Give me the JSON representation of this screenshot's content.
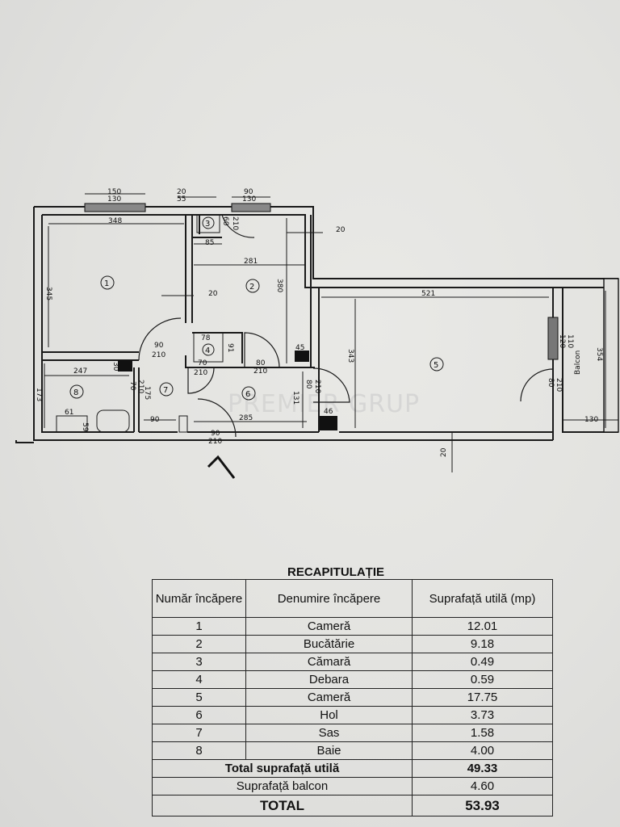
{
  "plan": {
    "dimensions": {
      "top_window_1_a": "150",
      "top_window_1_b": "130",
      "top_small_a": "20",
      "top_small_b": "55",
      "top_window_2_a": "90",
      "top_window_2_b": "130",
      "room1_width": "348",
      "room1_height": "345",
      "room3_width": "85",
      "room3_door_a": "60",
      "room3_door_b": "210",
      "room2_width": "281",
      "room2_height": "380",
      "room2_wall": "20",
      "right_wall": "20",
      "room2_left_wall": "20",
      "room5_width": "521",
      "room5_height": "343",
      "balcon_depth": "354",
      "balcon_width": "130",
      "balcon_window_a": "120",
      "balcon_window_b": "110",
      "balcon_door_a": "80",
      "balcon_door_b": "210",
      "door_1_a": "90",
      "door_1_b": "210",
      "room4_width": "78",
      "room4_height": "91",
      "door_4_a": "70",
      "door_4_b": "210",
      "door_6_a": "80",
      "door_6_b": "210",
      "shaft_2": "45",
      "room8_width": "247",
      "room8_height": "173",
      "shaft_8": "30",
      "door_7_a": "70",
      "door_7_b": "210",
      "room7_height": "175",
      "room7_width": "90",
      "basin": "61",
      "tub": "59",
      "room6_width": "285",
      "room6_height": "131",
      "door_5_a": "80",
      "door_5_b": "210",
      "shaft_6": "46",
      "entrance_a": "90",
      "entrance_b": "210",
      "bottom_wall": "20"
    },
    "room_numbers": [
      "1",
      "2",
      "3",
      "4",
      "5",
      "6",
      "7",
      "8"
    ],
    "balcon_label": "Balcon",
    "watermark": "PREMIER GRUP"
  },
  "recap": {
    "title": "RECAPITULAȚIE",
    "headers": [
      "Număr încăpere",
      "Denumire încăpere",
      "Suprafață utilă (mp)"
    ],
    "rows": [
      {
        "nr": "1",
        "name": "Cameră",
        "area": "12.01"
      },
      {
        "nr": "2",
        "name": "Bucătărie",
        "area": "9.18"
      },
      {
        "nr": "3",
        "name": "Cămară",
        "area": "0.49"
      },
      {
        "nr": "4",
        "name": "Debara",
        "area": "0.59"
      },
      {
        "nr": "5",
        "name": "Cameră",
        "area": "17.75"
      },
      {
        "nr": "6",
        "name": "Hol",
        "area": "3.73"
      },
      {
        "nr": "7",
        "name": "Sas",
        "area": "1.58"
      },
      {
        "nr": "8",
        "name": "Baie",
        "area": "4.00"
      }
    ],
    "total_useful_label": "Total suprafață utilă",
    "total_useful_value": "49.33",
    "balcony_label": "Suprafață balcon",
    "balcony_value": "4.60",
    "total_label": "TOTAL",
    "total_value": "53.93"
  }
}
